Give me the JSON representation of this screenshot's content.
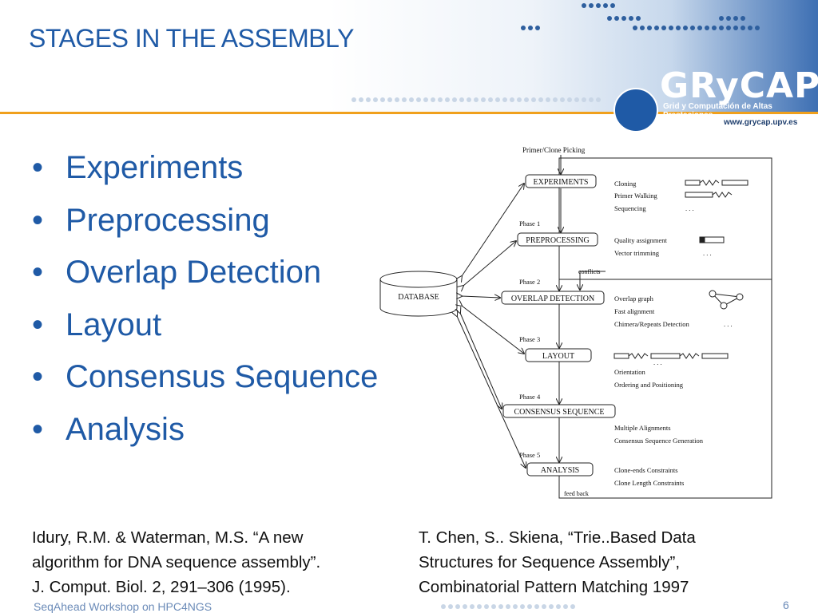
{
  "title": "STAGES IN THE ASSEMBLY",
  "logo": {
    "name": "GRyCAP",
    "subtitle": "Grid y Computación de Altas Prestaciones",
    "url": "www.grycap.upv.es"
  },
  "bullets": [
    "Experiments",
    "Preprocessing",
    "Overlap Detection",
    "Layout",
    "Consensus Sequence",
    "Analysis"
  ],
  "diagram": {
    "top_label": "Primer/Clone Picking",
    "database": "DATABASE",
    "stages": [
      "EXPERIMENTS",
      "PREPROCESSING",
      "OVERLAP DETECTION",
      "LAYOUT",
      "CONSENSUS SEQUENCE",
      "ANALYSIS"
    ],
    "phases": [
      "Phase 1",
      "Phase 2",
      "Phase 3",
      "Phase 4",
      "Phase 5"
    ],
    "conflicts": "conflicts",
    "feedback": "feed back",
    "ellipsis": ". . .",
    "details": {
      "experiments": [
        "Cloning",
        "Primer Walking",
        "Sequencing"
      ],
      "preprocessing": [
        "Quality assignment",
        "Vector trimming"
      ],
      "overlap": [
        "Overlap graph",
        "Fast alignment",
        "Chimera/Repeats Detection"
      ],
      "layout": [
        "Orientation",
        "Ordering and Positioning"
      ],
      "consensus": [
        "Multiple Alignments",
        "Consensus Sequence Generation"
      ],
      "analysis": [
        "Clone-ends Constraints",
        "Clone Length Constraints"
      ]
    }
  },
  "references": {
    "left": [
      "Idury, R.M. & Waterman, M.S. “A new",
      "algorithm for DNA sequence assembly”.",
      "J. Comput. Biol. 2, 291–306 (1995)."
    ],
    "right": [
      "T. Chen, S.. Skiena, “Trie..Based Data",
      "Structures for Sequence Assembly”,",
      "Combinatorial Pattern Matching 1997"
    ]
  },
  "footer": "SeqAhead Workshop on HPC4NGS",
  "page_number": "6",
  "colors": {
    "title": "#1f5aa6",
    "accent_line": "#f0a01c",
    "footer": "#6b8bb8"
  }
}
